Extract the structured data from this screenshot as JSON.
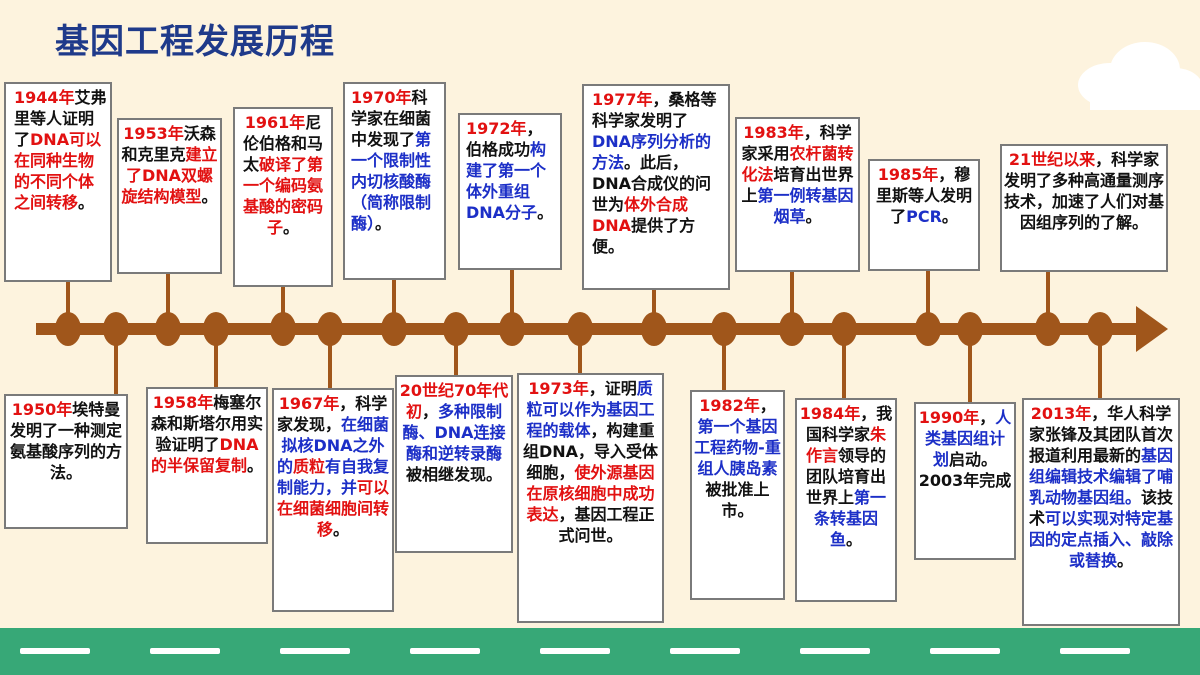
{
  "title": "基因工程发展历程",
  "colors": {
    "accent_red": "#e21111",
    "accent_blue": "#1c2fc7",
    "axis": "#a0561b",
    "road": "#37a877",
    "title": "#1f3a8a"
  },
  "events": {
    "e1944": {
      "year": "1944年",
      "t1": "艾弗里等人证明了",
      "t2": "DNA可以在同种生物的不同个体之间转移",
      "t3": "。"
    },
    "e1950": {
      "year": "1950年",
      "t1": "埃特曼发明了一种测定氨基酸序列的方法。"
    },
    "e1953": {
      "year": "1953年",
      "t1": "沃森和克里克",
      "t2": "建立了DNA双螺旋结构模型",
      "t3": "。"
    },
    "e1958": {
      "year": "1958年",
      "t1": "梅塞尔森和斯塔尔用实验证明了",
      "t2": "DNA的半保留复制",
      "t3": "。"
    },
    "e1961": {
      "year": "1961年",
      "t1": "尼伦伯格和马太",
      "t2": "破译了第一个编码氨基酸的密码子",
      "t3": "。"
    },
    "e1967": {
      "year": "1967年",
      "t1": "，科学家发现，",
      "t2": "在细菌拟核DNA之外的",
      "t3": "质粒",
      "t4": "有自我复制能力，并",
      "t5": "可以在细菌细胞间转移",
      "t6": "。"
    },
    "e1970": {
      "year": "1970年",
      "t1": "科学家在细菌中发现了",
      "t2": "第一个限制性内切核酸酶（简称限制酶）",
      "t3": "。"
    },
    "e1970s": {
      "year": "20世纪70年代初",
      "t1": "，",
      "t2": "多种限制酶、DNA连接酶和逆转录酶",
      "t3": "被相继发现。"
    },
    "e1972": {
      "year": "1972年",
      "t1": "，伯格成功",
      "t2": "构建了第一个体外重组DNA分子",
      "t3": "。"
    },
    "e1973": {
      "year": "1973年",
      "t1": "，证明",
      "t2": "质粒可以作为基因工程的载体",
      "t3": "，构建重组DNA，导入受体细胞，",
      "t4": "使外源基因在原核细胞中成功表达",
      "t5": "，基因工程正式问世。"
    },
    "e1977": {
      "year": "1977年",
      "t1": "，桑格等科学家发明了",
      "t2": "DNA序列分析的方法",
      "t3": "。此后，DNA合成仪的问世为",
      "t4": "体外合成DNA",
      "t5": "提供了方便。"
    },
    "e1982": {
      "year": "1982年",
      "t1": "，",
      "t2": "第一个基因工程药物-重组人胰岛素",
      "t3": "被批准上市。"
    },
    "e1983": {
      "year": "1983年",
      "t1": "，科学家采用",
      "t2": "农杆菌转化法",
      "t3": "培育出世界上",
      "t4": "第一例转基因烟草",
      "t5": "。"
    },
    "e1984": {
      "year": "1984年",
      "t1": "，我国科学家",
      "t2": "朱作言",
      "t3": "领导的团队培育出世界上",
      "t4": "第一条转基因鱼",
      "t5": "。"
    },
    "e1985": {
      "year": "1985年",
      "t1": "，穆里斯等人发明了",
      "t2": "PCR",
      "t3": "。"
    },
    "e1990": {
      "year": "1990年",
      "t1": "，",
      "t2": "人类基因组计划",
      "t3": "启动。2003年完成"
    },
    "e21c": {
      "year": "21世纪以来",
      "t1": "，科学家发明了多种高通量测序技术，加速了人们对基因组序列的了解。"
    },
    "e2013": {
      "year": "2013年",
      "t1": "，华人科学家张锋及其团队首次报道利用最新的",
      "t2": "基因组编辑技术编辑了哺乳动物基因组。",
      "t3": "该技术",
      "t4": "可以实现对特定基因的定点插入、敲除或替换",
      "t5": "。"
    }
  }
}
